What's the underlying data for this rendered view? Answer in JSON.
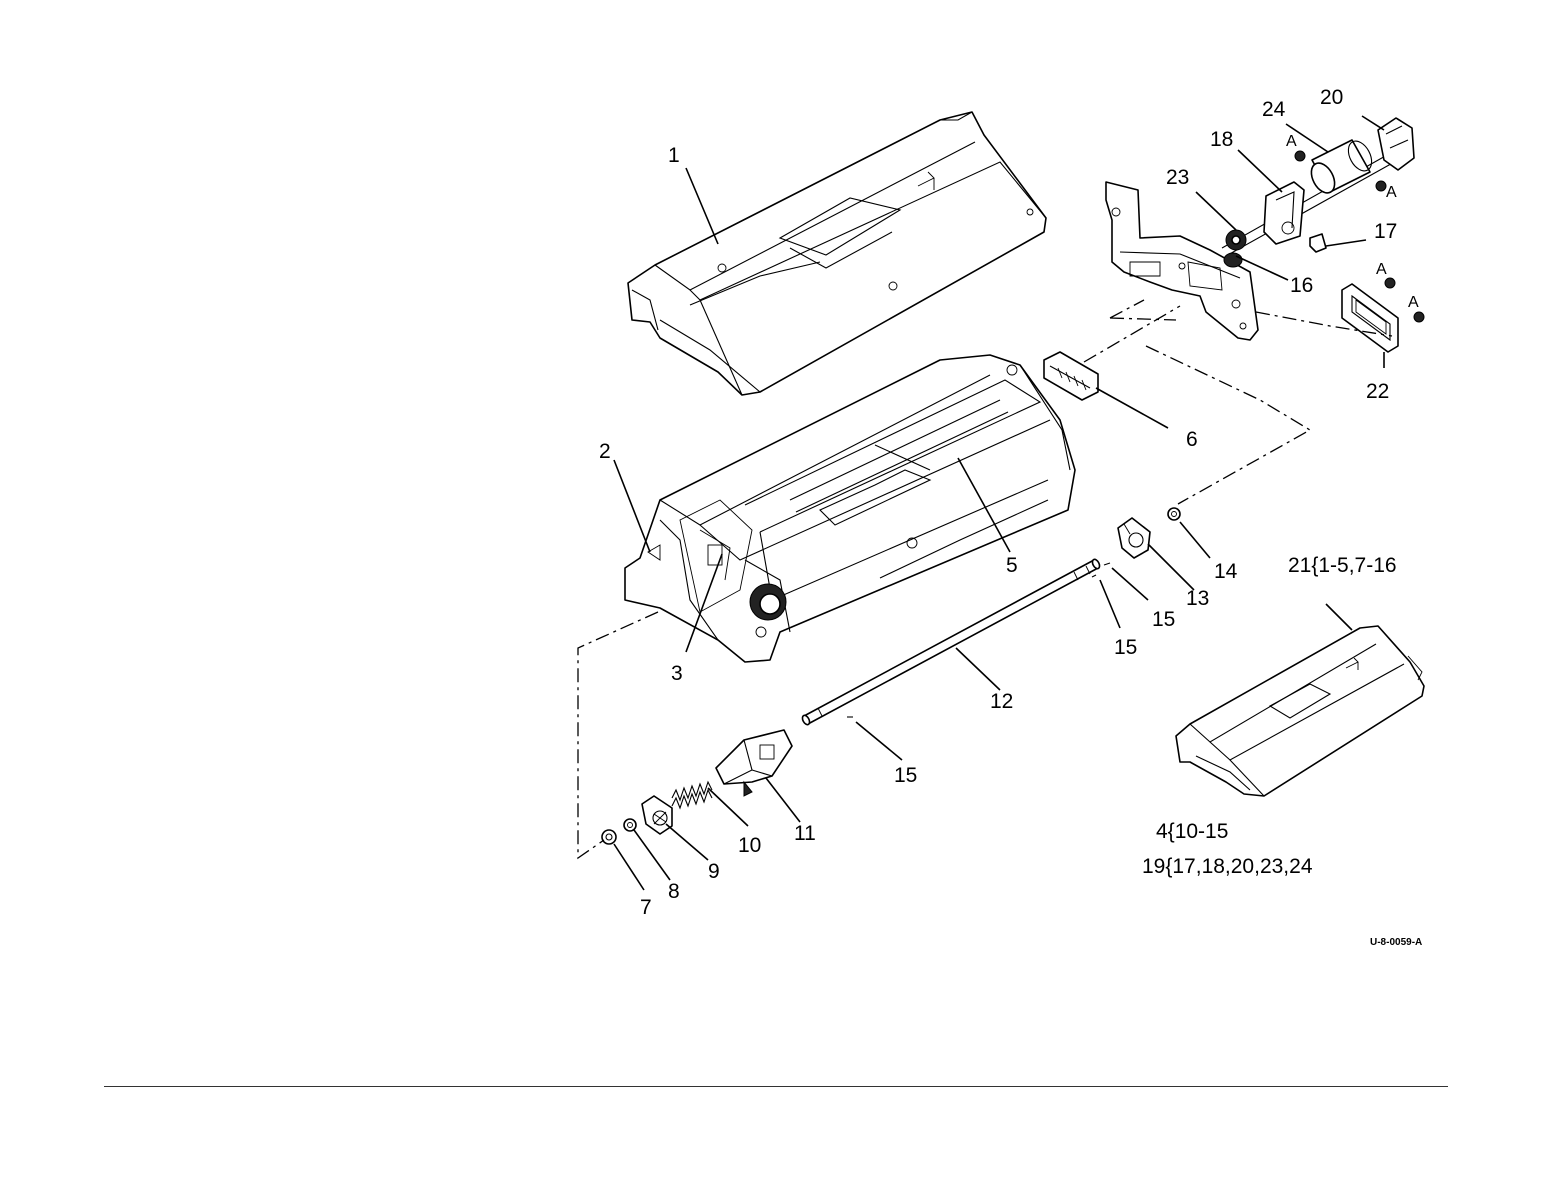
{
  "callouts": {
    "c1": "1",
    "c2": "2",
    "c3": "3",
    "c5": "5",
    "c6": "6",
    "c7": "7",
    "c8": "8",
    "c9": "9",
    "c10": "10",
    "c11": "11",
    "c12": "12",
    "c13": "13",
    "c14": "14",
    "c15a": "15",
    "c15b": "15",
    "c15c": "15",
    "c16": "16",
    "c17": "17",
    "c18": "18",
    "c20": "20",
    "c22": "22",
    "c23": "23",
    "c24": "24"
  },
  "reference_marks": [
    "A",
    "A",
    "A",
    "A"
  ],
  "kit_lines": {
    "kit21": "21{1-5,7-16",
    "kit4": "4{10-15",
    "kit19": "19{17,18,20,23,24"
  },
  "figure_code": "U-8-0059-A",
  "colors": {
    "line": "#000000",
    "background": "#ffffff",
    "rule": "#333333"
  }
}
